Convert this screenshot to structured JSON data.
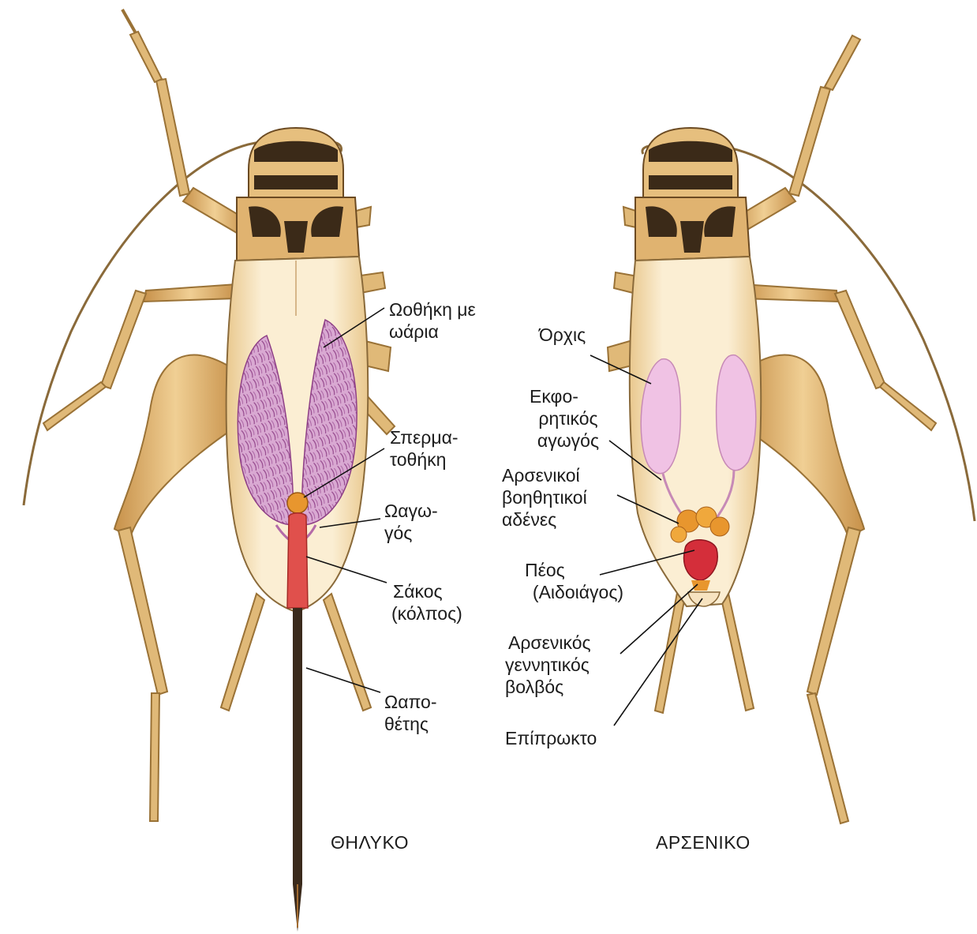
{
  "female": {
    "title": "ΘΗΛΥΚΟ",
    "labels": {
      "ovary": [
        "Ωοθήκη με",
        "ωάρια"
      ],
      "spermatheca": [
        "Σπερμα-",
        "τοθήκη"
      ],
      "oviduct": [
        "Ωαγω-",
        "γός"
      ],
      "vagina": [
        "Σάκος",
        "(κόλπος)"
      ],
      "ovipositor": [
        "Ωαπο-",
        "θέτης"
      ]
    }
  },
  "male": {
    "title": "ΑΡΣΕΝΙΚΟ",
    "labels": {
      "testis": [
        "Όρχις"
      ],
      "ejaculatory_duct": [
        "Εκφο-",
        "ρητικός",
        "αγωγός"
      ],
      "accessory_glands": [
        "Αρσενικοί",
        "βοηθητικοί",
        "αδένες"
      ],
      "penis": [
        "Πέος",
        "(Αιδοιάγος)"
      ],
      "genital_bulb": [
        "Αρσενικός",
        "γεννητικός",
        "βολβός"
      ],
      "epiproct": [
        "Επίπρωκτο"
      ]
    }
  },
  "colors": {
    "body": "#f3dcae",
    "leg": "#dfb26a",
    "head_dark": "#3b2a18",
    "ovary": "#d9a9d2",
    "testis": "#f0c2e4",
    "sac": "#e0504c",
    "gland": "#e8962e"
  }
}
